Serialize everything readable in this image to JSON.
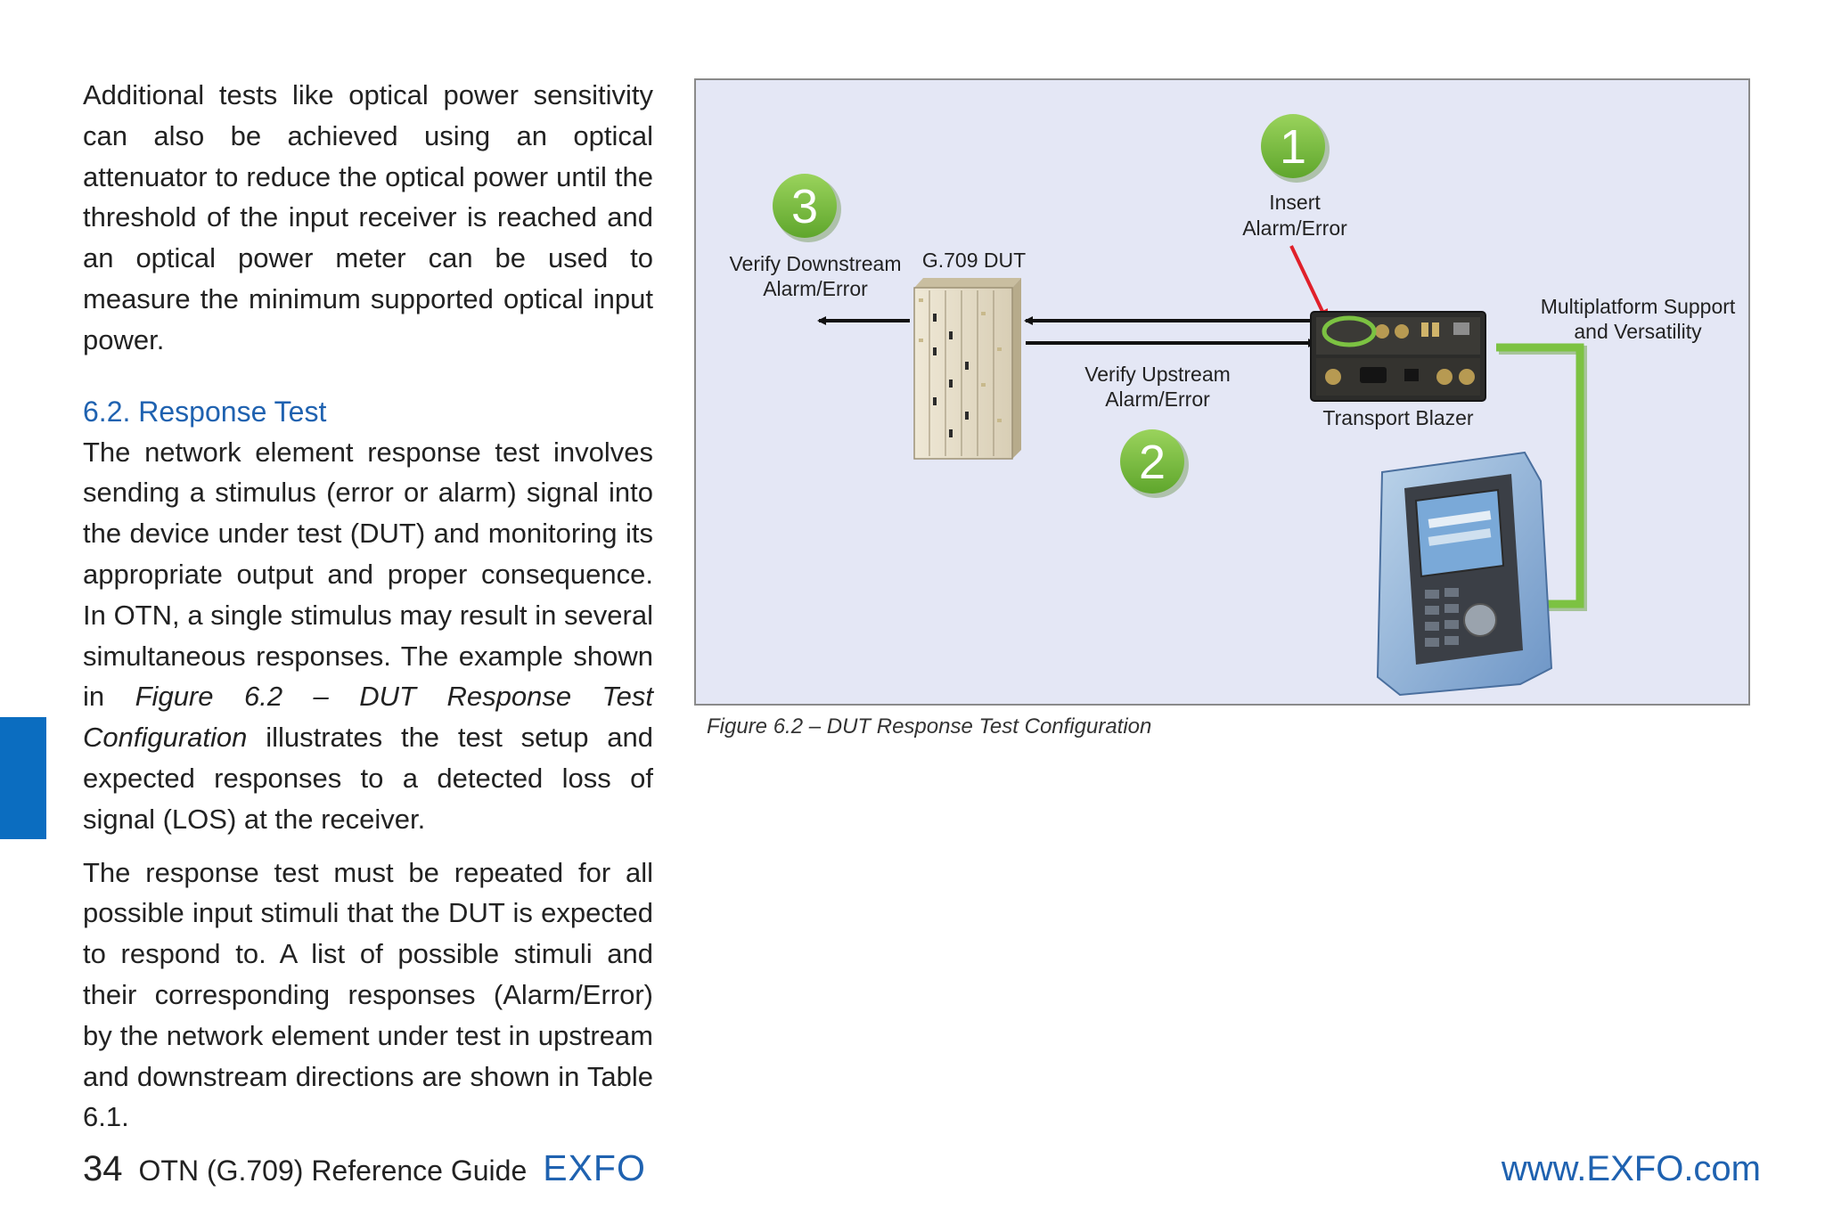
{
  "text": {
    "p1": "Additional tests like optical power sensitivity can also be achieved using an optical attenuator to reduce the optical power until the threshold of the input receiver is reached and an optical power meter can be used to measure the minimum supported optical input power.",
    "heading": "6.2. Response Test",
    "p2_a": "The network element response test involves sending a stimulus (error or alarm) signal into the device under test (DUT) and monitoring its appropriate output and proper consequence. In OTN, a single stimulus may result in several simultaneous responses. The example shown in ",
    "p2_em": "Figure 6.2 – DUT Response Test Configuration",
    "p2_b": " illustrates the test setup and expected responses to a detected loss of signal (LOS) at the receiver.",
    "p3": "The response test must be repeated for all possible input stimuli that the DUT is expected to respond to. A list of possible stimuli and their corresponding responses (Alarm/Error) by the network element under test in upstream and downstream directions are shown in Table 6.1."
  },
  "figure": {
    "step1": {
      "number": "1",
      "line1": "Insert",
      "line2": "Alarm/Error"
    },
    "step2": {
      "number": "2",
      "line1": "Verify Upstream",
      "line2": "Alarm/Error"
    },
    "step3": {
      "number": "3",
      "line1": "Verify Downstream",
      "line2": "Alarm/Error"
    },
    "dut_label": "G.709 DUT",
    "blazer_label": "Transport Blazer",
    "multiplatform_line1": "Multiplatform Support",
    "multiplatform_line2": "and Versatility",
    "caption": "Figure 6.2 – DUT Response Test Configuration",
    "colors": {
      "step_green": "#7cc242",
      "arrow_red": "#e0202a",
      "link_green": "#7cc242"
    }
  },
  "footer": {
    "page_number": "34",
    "guide_title": "OTN (G.709) Reference Guide",
    "brand": "EXFO",
    "url": "www.EXFO.com"
  }
}
